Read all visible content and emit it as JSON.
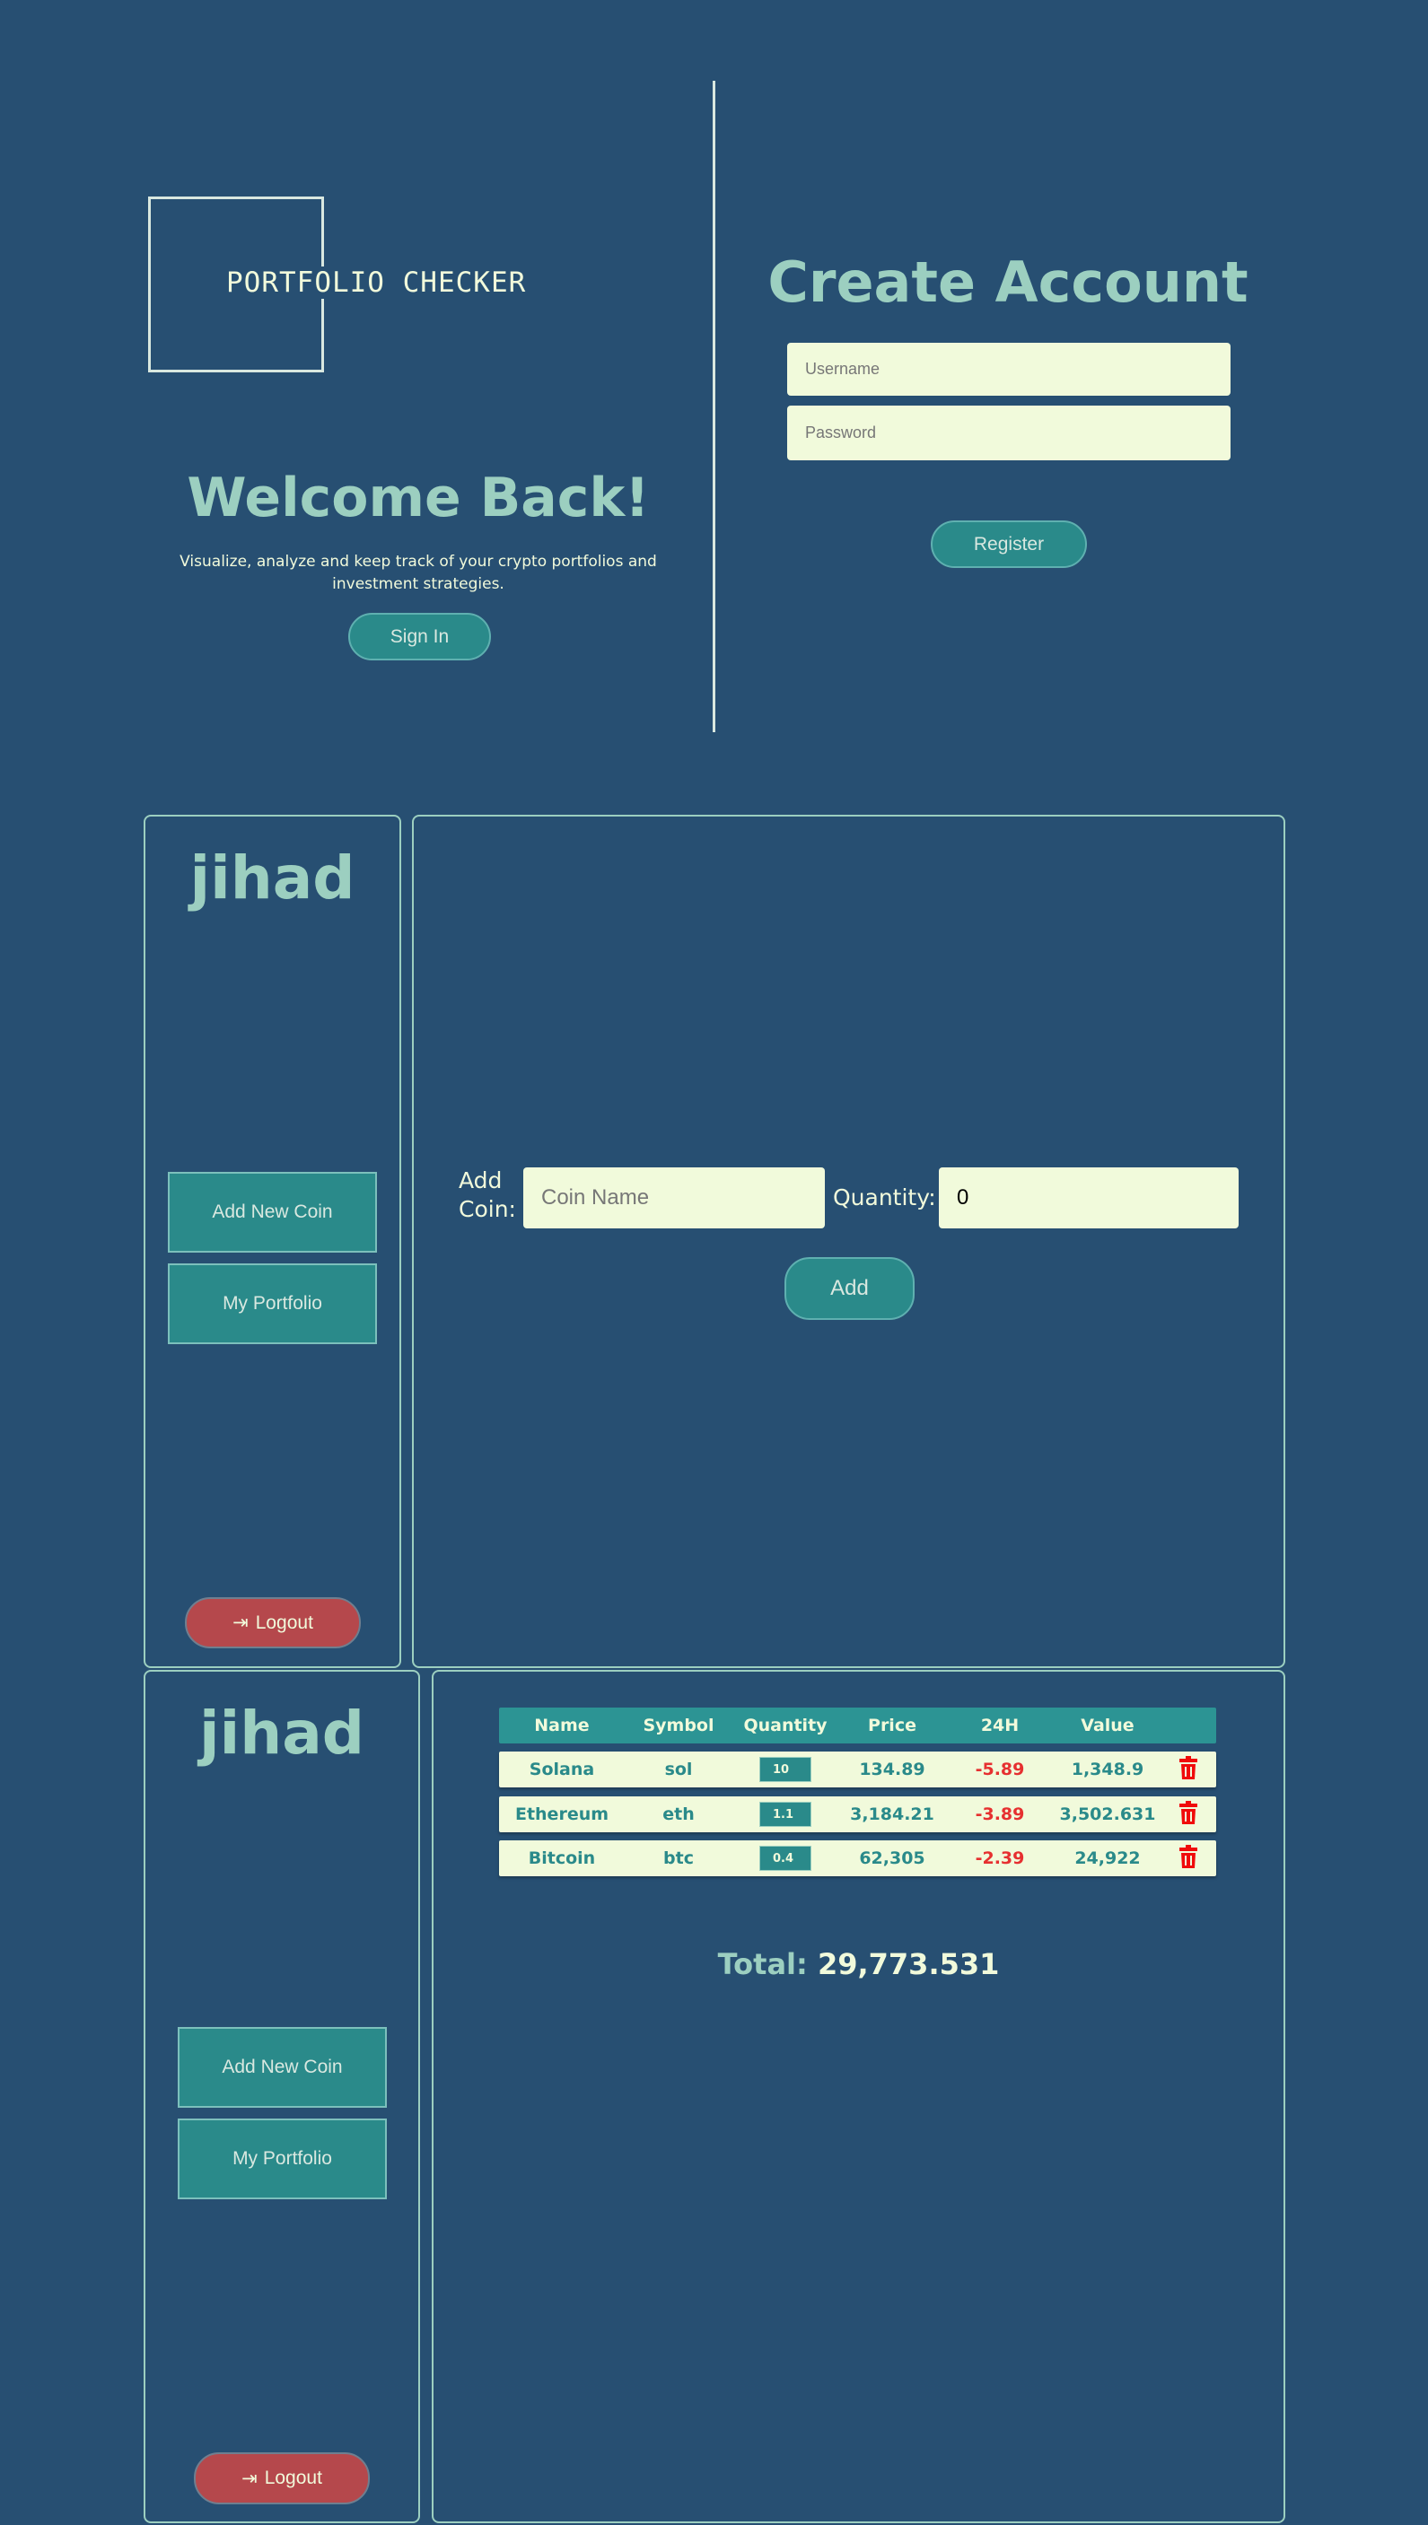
{
  "logo": {
    "text": "PORTFOLIO CHECKER"
  },
  "signin": {
    "title": "Welcome Back!",
    "subtitle": "Visualize, analyze and keep track of your crypto portfolios and investment strategies.",
    "button": "Sign In"
  },
  "register": {
    "title": "Create Account",
    "username_placeholder": "Username",
    "password_placeholder": "Password",
    "button": "Register"
  },
  "sidebar": {
    "username": "jihad",
    "add_new_coin": "Add New Coin",
    "my_portfolio": "My Portfolio",
    "logout": "Logout"
  },
  "add_coin": {
    "label": "Add Coin:",
    "coin_placeholder": "Coin Name",
    "quantity_label": "Quantity:",
    "quantity_value": "0",
    "button": "Add"
  },
  "portfolio": {
    "columns": [
      "Name",
      "Symbol",
      "Quantity",
      "Price",
      "24H",
      "Value"
    ],
    "rows": [
      {
        "name": "Solana",
        "symbol": "sol",
        "quantity": "10",
        "price": "134.89",
        "change": "-5.89",
        "value": "1,348.9"
      },
      {
        "name": "Ethereum",
        "symbol": "eth",
        "quantity": "1.1",
        "price": "3,184.21",
        "change": "-3.89",
        "value": "3,502.631"
      },
      {
        "name": "Bitcoin",
        "symbol": "btc",
        "quantity": "0.4",
        "price": "62,305",
        "change": "-2.39",
        "value": "24,922"
      }
    ],
    "total_label": "Total:",
    "total_value": "29,773.531"
  },
  "colors": {
    "background": "#274f72",
    "accent": "#2a8a8a",
    "heading": "#9ccfc0",
    "cream": "#f1fadb",
    "logout": "#b5484c",
    "negative": "#e63030"
  }
}
